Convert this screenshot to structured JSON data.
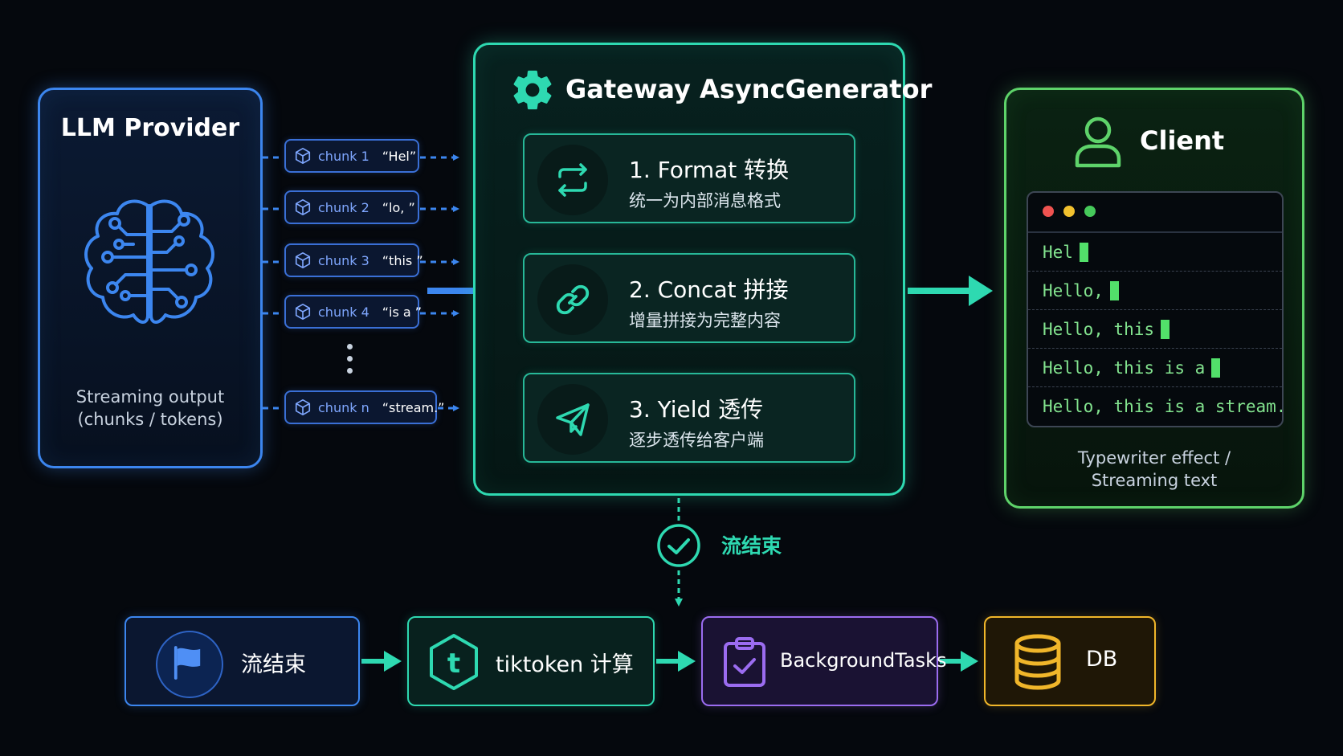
{
  "llm": {
    "title": "LLM Provider",
    "subtitle_line1": "Streaming output",
    "subtitle_line2": "(chunks / tokens)"
  },
  "chunks": [
    {
      "name": "chunk 1",
      "text": "“Hel”"
    },
    {
      "name": "chunk 2",
      "text": "“lo, ”"
    },
    {
      "name": "chunk 3",
      "text": "“this ”"
    },
    {
      "name": "chunk 4",
      "text": "“is a ”"
    },
    {
      "name": "chunk n",
      "text": "“stream.”"
    }
  ],
  "gateway": {
    "title": "Gateway AsyncGenerator",
    "steps": [
      {
        "title": "1. Format  转换",
        "desc": "统一为内部消息格式",
        "icon": "swap-arrows-icon"
      },
      {
        "title": "2. Concat  拼接",
        "desc": "增量拼接为完整内容",
        "icon": "link-icon"
      },
      {
        "title": "3. Yield  透传",
        "desc": "逐步透传给客户端",
        "icon": "paper-plane-icon"
      }
    ]
  },
  "client": {
    "title": "Client",
    "lines": [
      "Hel",
      "Hello,",
      "Hello, this",
      "Hello, this is a",
      "Hello, this is a stream."
    ],
    "subtitle_line1": "Typewriter effect /",
    "subtitle_line2": "Streaming text"
  },
  "end_label": "流结束",
  "pipeline": [
    {
      "label": "流结束",
      "icon": "flag-icon"
    },
    {
      "label": "tiktoken 计算",
      "icon": "hexagon-t-icon"
    },
    {
      "label": "BackgroundTasks",
      "icon": "clipboard-check-icon"
    },
    {
      "label": "DB",
      "icon": "database-icon"
    }
  ],
  "colors": {
    "background": "#05080d",
    "provider": "#3c86ef",
    "gateway": "#2ed9b1",
    "client": "#5ed36a",
    "background_tasks": "#9b6cf0",
    "db": "#f0b62a"
  }
}
